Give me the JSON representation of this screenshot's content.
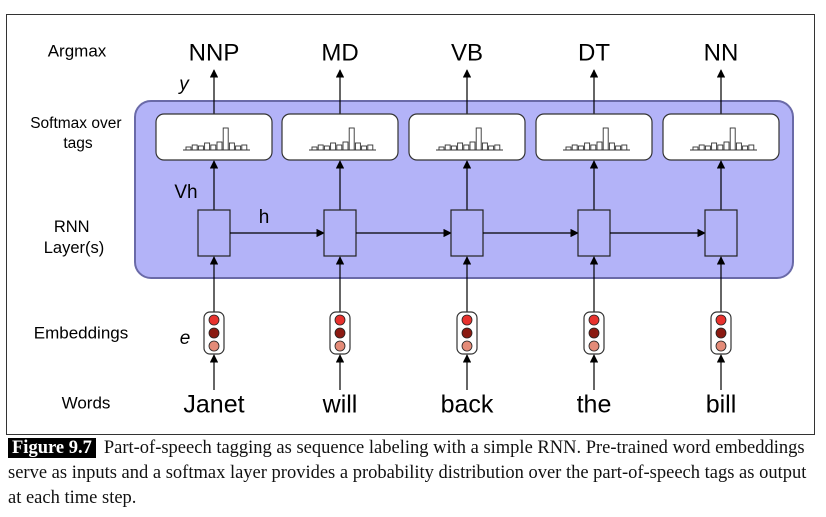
{
  "rows": {
    "argmax": "Argmax",
    "softmax": [
      "Softmax over",
      "tags"
    ],
    "rnn": [
      "RNN",
      "Layer(s)"
    ],
    "embeddings": "Embeddings",
    "words": "Words"
  },
  "symbols": {
    "y": "y",
    "Vh": "Vh",
    "h": "h",
    "e": "e"
  },
  "tags": [
    "NNP",
    "MD",
    "VB",
    "DT",
    "NN"
  ],
  "words": [
    "Janet",
    "will",
    "back",
    "the",
    "bill"
  ],
  "colors": {
    "rnn_panel": "#b3b3f8",
    "rnn_panel_border": "#6a6aa8",
    "embedding_top": "#e8322e",
    "embedding_mid": "#8b1a12",
    "embedding_bottom": "#e48b78"
  },
  "caption": {
    "label": "Figure 9.7",
    "text": "Part-of-speech tagging as sequence labeling with a simple RNN. Pre-trained word embeddings serve as inputs and a softmax layer provides a probability distribution over the part-of-speech tags as output at each time step."
  }
}
